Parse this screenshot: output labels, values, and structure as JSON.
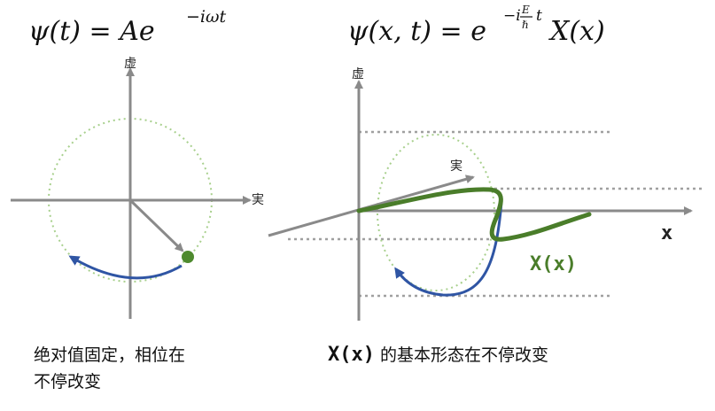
{
  "left_panel": {
    "equation": {
      "lhs": "ψ(t) = Ae",
      "exponent": "−iωt"
    },
    "axis_vertical_label": "虚",
    "axis_horizontal_label": "実",
    "caption_line1": "绝对值固定，相位在",
    "caption_line2": "不停改变"
  },
  "right_panel": {
    "equation": {
      "lhs": "ψ(x, t) = e",
      "exp_prefix": "−i",
      "frac_num": "E",
      "frac_den": "ℏ",
      "exp_suffix": "t",
      "rhs": "X(x)"
    },
    "axis_vertical_label": "虚",
    "axis_real_label": "実",
    "axis_x_label": "x",
    "curve_label": "X(x)",
    "caption_bold": "X(x)",
    "caption_rest": " 的基本形态在不停改变"
  },
  "colors": {
    "axis": "#8a8a8a",
    "circle": "#a8d08d",
    "arc": "#2f55a4",
    "curve": "#4a7d2a",
    "dot": "#4e8a2e",
    "dotted_lines": "#a0a0a0"
  }
}
